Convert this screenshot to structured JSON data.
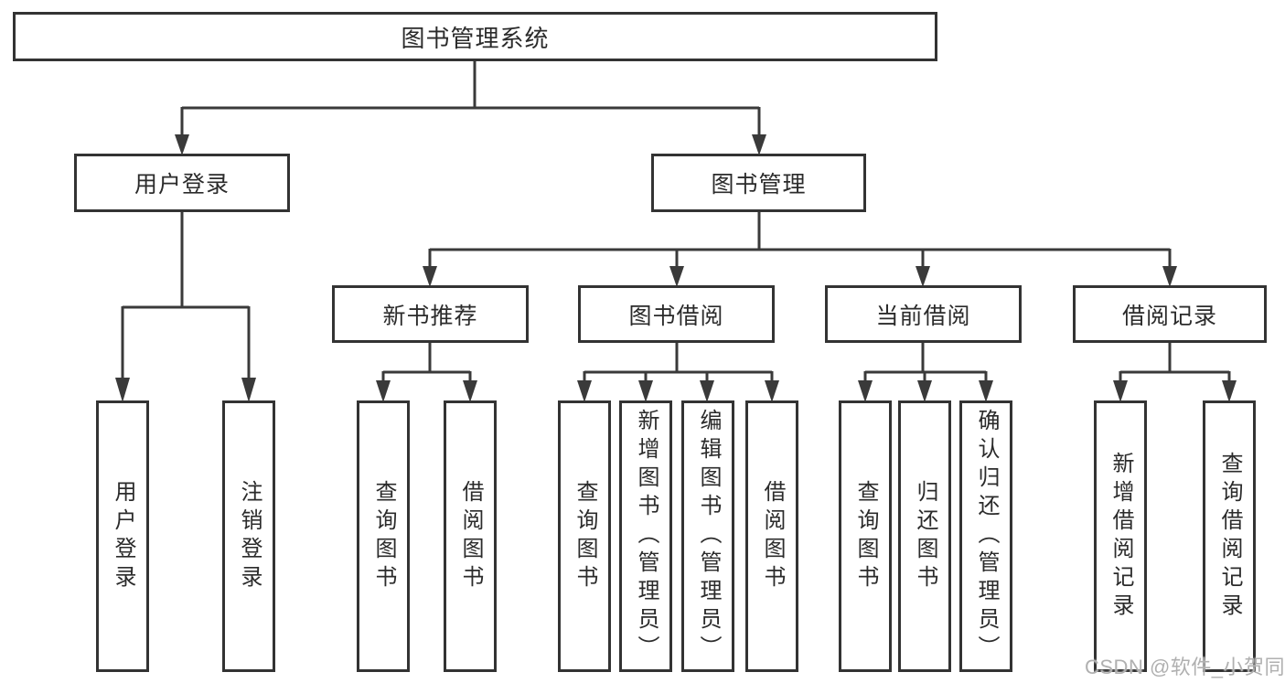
{
  "diagram": {
    "root": {
      "label": "图书管理系统",
      "children": [
        {
          "label": "用户登录",
          "children": [
            {
              "label": "用户登录"
            },
            {
              "label": "注销登录"
            }
          ]
        },
        {
          "label": "图书管理",
          "children": [
            {
              "label": "新书推荐",
              "children": [
                {
                  "label": "查询图书"
                },
                {
                  "label": "借阅图书"
                }
              ]
            },
            {
              "label": "图书借阅",
              "children": [
                {
                  "label": "查询图书"
                },
                {
                  "label": "新增图书（管理员）"
                },
                {
                  "label": "编辑图书（管理员）"
                },
                {
                  "label": "借阅图书"
                }
              ]
            },
            {
              "label": "当前借阅",
              "children": [
                {
                  "label": "查询图书"
                },
                {
                  "label": "归还图书"
                },
                {
                  "label": "确认归还（管理员）"
                }
              ]
            },
            {
              "label": "借阅记录",
              "children": [
                {
                  "label": "新增借阅记录"
                },
                {
                  "label": "查询借阅记录"
                }
              ]
            }
          ]
        }
      ]
    }
  },
  "watermark": {
    "text": "CSDN @软件_小贺同学",
    "color": "#b0b0b0"
  },
  "colors": {
    "line": "#3a3a3a",
    "box_border": "#333333",
    "text": "#2b2b2b",
    "background": "#ffffff"
  }
}
